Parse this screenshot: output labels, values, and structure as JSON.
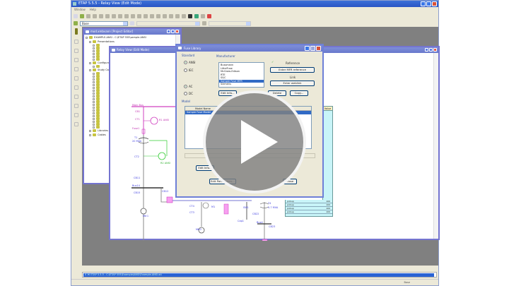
{
  "app": {
    "title": "ETAP 5.5.5 - Relay View (Edit Mode)",
    "menu": [
      "Window",
      "Help"
    ],
    "toolbar_combo": "Base",
    "statusbar_path": "0 Ж ETAP 5.5.5 - C:\\ETAP 555\\Example\\ANSI\\Example-ANSI.oti",
    "status_right": "Base"
  },
  "project_editor": {
    "title": "mod.xmbvann [Project Editor]",
    "root": "EXAMPLE-ANSI - C:\\ETAP 555\\sample-ANSI",
    "nodes": [
      "Presentations",
      "Configurations",
      "Study Cases",
      "Libraries",
      "Cables"
    ],
    "item_count": 22
  },
  "relay_view": {
    "title": "Relay View (Edit Mode)",
    "table_header": "Value",
    "table_rows_bottom": [
      {
        "label": "pickup",
        "value": "100"
      },
      {
        "label": "pickup",
        "value": "100"
      },
      {
        "label": "pickup",
        "value": "100"
      },
      {
        "label": "pickup",
        "value": "100"
      }
    ],
    "sld_labels": {
      "main_bus": "Main Bus",
      "cb1": "CB1",
      "ct1": "CT1",
      "relay1": "R1 ANSI",
      "fuse": "Fuse1",
      "t1": "T1",
      "t1_rating": "20 MVA",
      "ct2": "CT2",
      "relay2": "R2 ANSI",
      "cb_a": "CB11",
      "bus2": "Bus14",
      "cb_b": "CB15",
      "cb_c": "CB12",
      "motor1": "Mtr1",
      "ct_b": "CT4",
      "ct_c": "CT3",
      "motor2": "Mtr2",
      "relay3": "M1",
      "cap": "Cap1",
      "sw": "SW1",
      "t2": "T4",
      "t2_rating": "5.7 MVA",
      "cb_d": "CB22",
      "bus3": "Bus4",
      "cb_e": "CB23"
    }
  },
  "fuse_library": {
    "title": "Fuse Library",
    "standard_label": "Standard",
    "standard_options": [
      "ANSI",
      "IEC"
    ],
    "standard_selected": "ANSI",
    "type_options": [
      "AC",
      "DC"
    ],
    "type_selected": "AC",
    "manufacturer_label": "Manufacturer",
    "manufacturers": [
      "Bussmann",
      "LittelFuse",
      "McGraw-Edison",
      "RTE",
      "S&C",
      "Sample Fuse MFR",
      "Siemens"
    ],
    "selected_manufacturer": "Sample Fuse MFR",
    "reference_label": "Reference",
    "enter_mfr_reference": "Enter MFR reference",
    "link_label": "Link",
    "enter_weblink": "Enter weblink",
    "buttons_top": {
      "edit_info": "Edit Info...",
      "delete": "Delete",
      "copy": "Copy..."
    },
    "model_label": "Model",
    "model_column": "Model Name",
    "models": [
      "Sample Fuse Model"
    ],
    "edit_info_bottom": "Edit Info...",
    "edit_parameters": "Edit Parameters...",
    "close": "Close"
  },
  "video_overlay": {
    "icon": "play-icon"
  }
}
